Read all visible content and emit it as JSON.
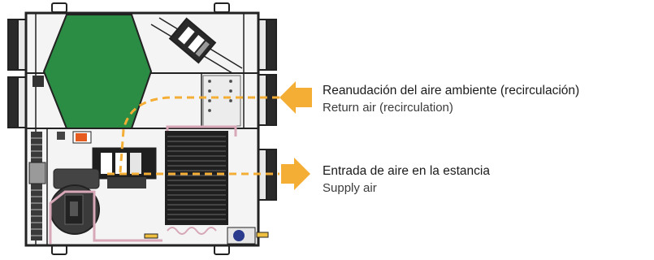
{
  "labels": {
    "return_air": {
      "es": "Reanudación del aire ambiente (recirculación)",
      "en": "Return air (recirculation)"
    },
    "supply_air": {
      "es": "Entrada de aire en la estancia",
      "en": "Supply air"
    }
  },
  "colors": {
    "airflow": "#f5ae35",
    "heat_exchanger": "#2b8c44",
    "unit_line": "#222222",
    "pipe": "#d8a8b8",
    "panel": "#f3f3f3",
    "fan_badge": "#2a3a8c",
    "indicator": "#e65c1f"
  }
}
